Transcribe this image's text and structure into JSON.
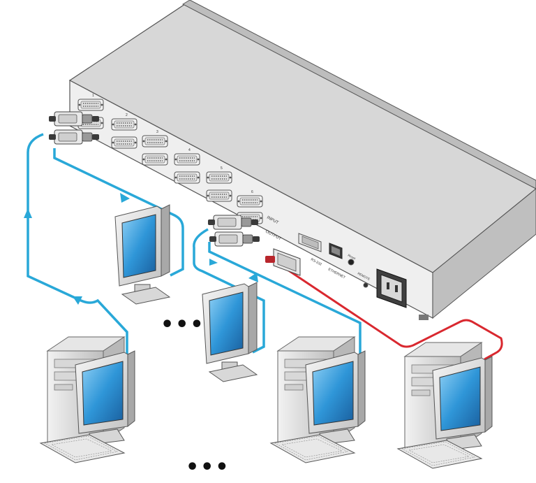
{
  "device": {
    "input_label": "INPUT",
    "output_label": "OUTPUT",
    "rs232_label": "RS-232",
    "ethernet_label": "ETHERNET",
    "reset_label": "Reset",
    "remote_label": "REMOTE",
    "port_numbers": [
      "1",
      "2",
      "3",
      "4",
      "5",
      "6"
    ]
  },
  "continuation_marks": {
    "middle": "•••",
    "bottom": "•••"
  },
  "colors": {
    "dvi_cable": "#29a8d8",
    "serial_cable": "#d9282f",
    "chassis_top": "#d6d6d6",
    "chassis_front": "#eeeeee",
    "screen": "#2f96d8"
  }
}
